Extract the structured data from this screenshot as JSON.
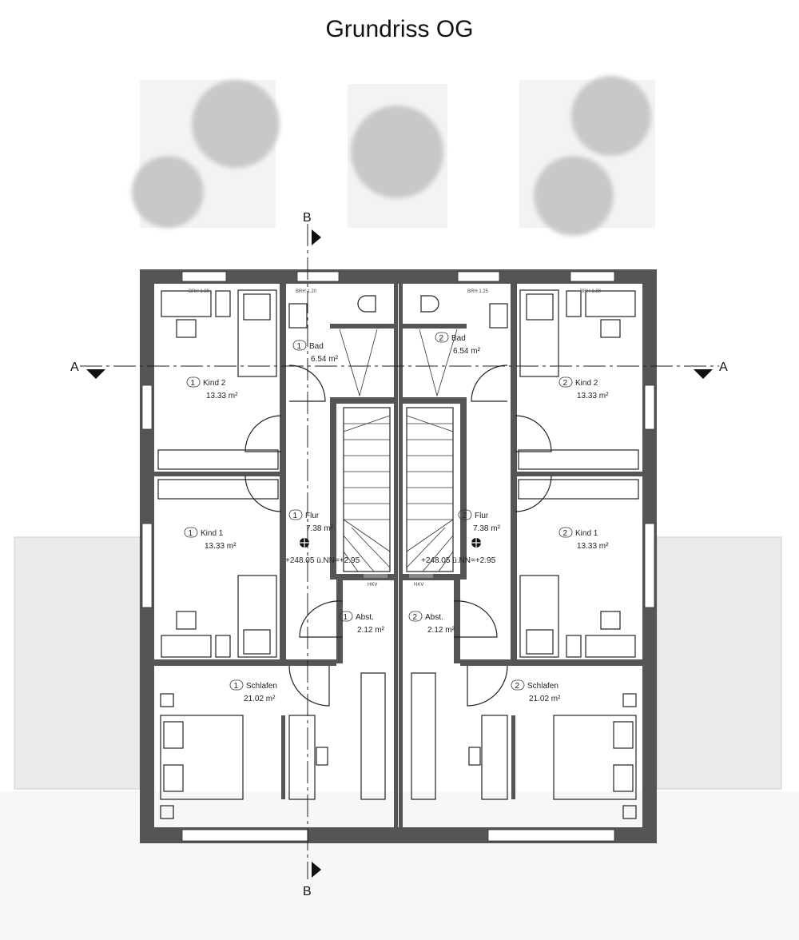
{
  "title": "Grundriss OG",
  "section_marks": {
    "a": "A",
    "b": "B"
  },
  "units": [
    {
      "rooms": {
        "kind2": {
          "num": "1",
          "name": "Kind 2",
          "area": "13.33 m²"
        },
        "bad": {
          "num": "1",
          "name": "Bad",
          "area": "6.54 m²"
        },
        "kind1": {
          "num": "1",
          "name": "Kind 1",
          "area": "13.33 m²"
        },
        "flur": {
          "num": "1",
          "name": "Flur",
          "area": "7.38 m²"
        },
        "abst": {
          "num": "1",
          "name": "Abst.",
          "area": "2.12 m²"
        },
        "schlafen": {
          "num": "1",
          "name": "Schlafen",
          "area": "21.02 m²"
        }
      },
      "elevation": "+248.05 ü.NN=+2.95",
      "hkv": "HKV",
      "brh_kind": "BRH 1.80",
      "brh_bad": "BRH 1.20"
    },
    {
      "rooms": {
        "kind2": {
          "num": "2",
          "name": "Kind 2",
          "area": "13.33 m²"
        },
        "bad": {
          "num": "2",
          "name": "Bad",
          "area": "6.54 m²"
        },
        "kind1": {
          "num": "2",
          "name": "Kind 1",
          "area": "13.33 m²"
        },
        "flur": {
          "num": "2",
          "name": "Flur",
          "area": "7.38 m²"
        },
        "abst": {
          "num": "2",
          "name": "Abst.",
          "area": "2.12 m²"
        },
        "schlafen": {
          "num": "2",
          "name": "Schlafen",
          "area": "21.02 m²"
        }
      },
      "elevation": "+248.05 ü.NN=+2.95",
      "hkv": "HKV",
      "brh_kind": "BRH 1.80",
      "brh_bad": "BRH 1.25"
    }
  ],
  "colors": {
    "wall": "#555555",
    "context": "#ebebeb",
    "tree": "#c8c8c8"
  }
}
